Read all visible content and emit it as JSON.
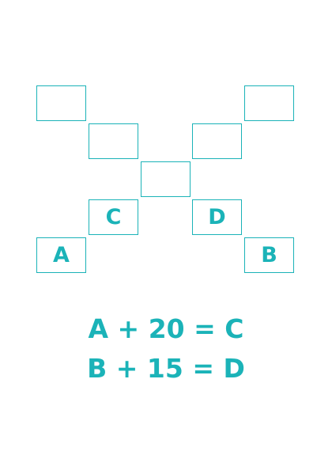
{
  "colors": {
    "accent": "#1bb3b8"
  },
  "grid": {
    "labels": {
      "a": "A",
      "b": "B",
      "c": "C",
      "d": "D"
    }
  },
  "equations": [
    "A + 20 = C",
    "B + 15 = D"
  ]
}
